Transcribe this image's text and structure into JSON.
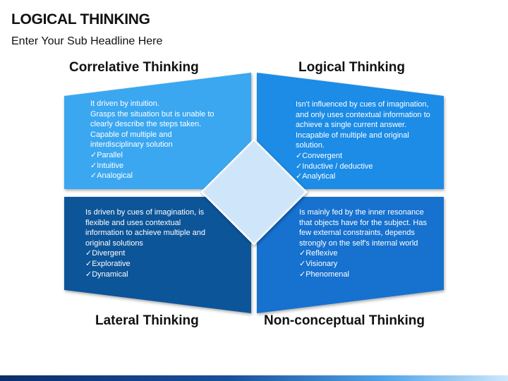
{
  "header": {
    "title": "LOGICAL THINKING",
    "subtitle": "Enter Your Sub Headline Here"
  },
  "quadrants": {
    "top_left": {
      "label": "Correlative Thinking",
      "color": "#3aa7f0",
      "lines": [
        "It driven by intuition.",
        "Grasps the situation but is unable to",
        "clearly describe the steps taken.",
        "Capable of multiple and",
        "interdisciplinary solution",
        "✓Parallel",
        "✓Intuitive",
        "✓Analogical"
      ]
    },
    "top_right": {
      "label": "Logical Thinking",
      "color": "#1d8ce6",
      "lines": [
        "Isn't influenced by cues of imagination,",
        "and only uses contextual information to",
        "achieve a single current answer.",
        "Incapable of multiple and original",
        "solution.",
        "✓Convergent",
        "✓Inductive / deductive",
        "✓Analytical"
      ]
    },
    "bottom_left": {
      "label": "Lateral Thinking",
      "color": "#0c5599",
      "lines": [
        "Is driven by cues of imagination, is",
        "flexible and uses contextual",
        "information to achieve multiple and",
        "original solutions",
        "✓Divergent",
        "✓Explorative",
        "✓Dynamical"
      ]
    },
    "bottom_right": {
      "label": "Non-conceptual Thinking",
      "color": "#1471cf",
      "lines": [
        "Is mainly fed by the inner resonance",
        "that objects have for the subject. Has",
        "few external constraints, depends",
        "strongly on the self's internal world",
        "✓Reflexive",
        "✓Visionary",
        "✓Phenomenal"
      ]
    }
  },
  "center_diamond_color": "#cfe6fa"
}
